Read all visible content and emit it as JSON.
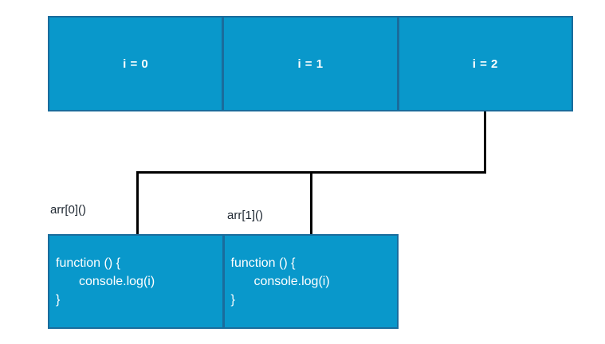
{
  "diagram": {
    "title": "javascript-closure-loop-diagram",
    "colors": {
      "node_fill": "#0998CB",
      "node_stroke": "#1A6C9C",
      "connector": "#000000",
      "node_text": "#FFFFFF",
      "label_text": "#202933",
      "background": "#FFFFFF"
    }
  },
  "loop_bar": {
    "cells": [
      {
        "label": "i = 0"
      },
      {
        "label": "i = 1"
      },
      {
        "label": "i = 2"
      }
    ]
  },
  "calls": [
    {
      "label": "arr[0]()"
    },
    {
      "label": "arr[1]()"
    }
  ],
  "functions": [
    {
      "lines": [
        "function () {",
        "console.log(i)",
        "}"
      ]
    },
    {
      "lines": [
        "function () {",
        "console.log(i)",
        "}"
      ]
    }
  ]
}
